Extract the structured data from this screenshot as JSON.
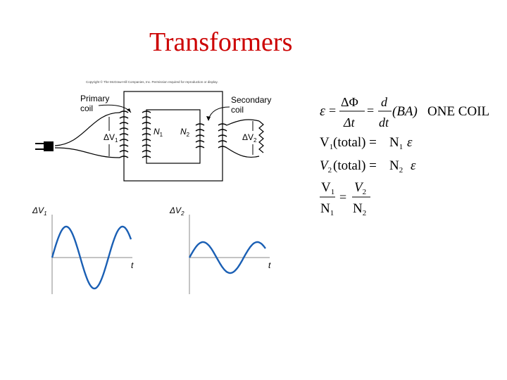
{
  "slide": {
    "title": "Transformers"
  },
  "diagram": {
    "copyright": "Copyright © The McGraw-Hill Companies, Inc. Permission required for reproduction or display.",
    "primary_label_line1": "Primary",
    "primary_label_line2": "coil",
    "secondary_label_line1": "Secondary",
    "secondary_label_line2": "coil",
    "n1_label": "N",
    "n1_sub": "1",
    "n2_label": "N",
    "n2_sub": "2",
    "dv1_label": "ΔV",
    "dv1_sub": "1",
    "dv2_label": "ΔV",
    "dv2_sub": "2"
  },
  "graphs": {
    "left": {
      "y_label": "ΔV",
      "y_sub": "1",
      "x_label": "t",
      "amplitude_ratio": 1.0
    },
    "right": {
      "y_label": "ΔV",
      "y_sub": "2",
      "x_label": "t",
      "amplitude_ratio": 0.5
    }
  },
  "equations": {
    "eq1_eps": "ε",
    "eq1_equals1": "=",
    "eq1_num1": "ΔΦ",
    "eq1_den1": "Δt",
    "eq1_equals2": "=",
    "eq1_num2": "d",
    "eq1_den2": "dt",
    "eq1_ba": "(BA)",
    "eq1_suffix": "ONE COIL",
    "eq2_v": "V",
    "eq2_sub": "1",
    "eq2_text": "(total) =",
    "eq2_n": "N",
    "eq2_nsub": "1",
    "eq2_eps": "ε",
    "eq3_v": "V",
    "eq3_sub": "2",
    "eq3_text": "(total) =",
    "eq3_n": "N",
    "eq3_nsub": "2",
    "eq3_eps": "ε",
    "eq4_v1": "V",
    "eq4_v1sub": "1",
    "eq4_n1": "N",
    "eq4_n1sub": "1",
    "eq4_equals": "=",
    "eq4_v2": "V",
    "eq4_v2sub": "2",
    "eq4_n2": "N",
    "eq4_n2sub": "2"
  }
}
